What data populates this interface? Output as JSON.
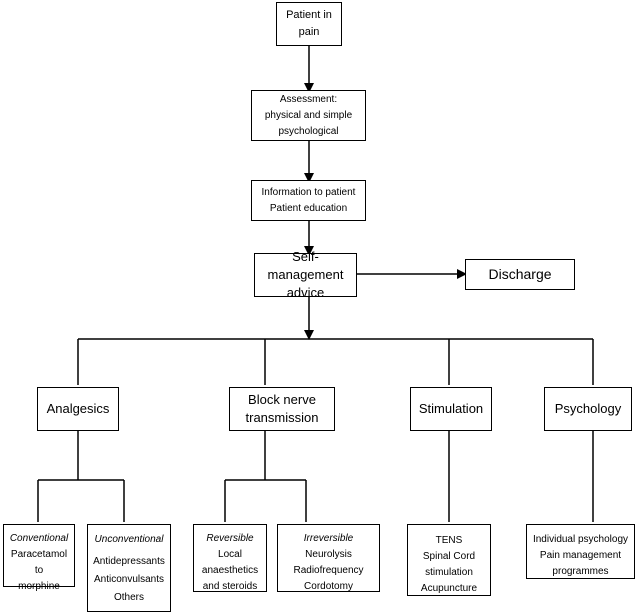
{
  "nodes": {
    "patient": [
      "Patient in",
      "pain"
    ],
    "assessment": [
      "Assessment:",
      "physical and simple",
      "psychological"
    ],
    "information": [
      "Information to patient",
      "Patient education"
    ],
    "self_management": [
      "Self-management",
      "advice"
    ],
    "discharge": "Discharge",
    "analgesics": "Analgesics",
    "block": [
      "Block nerve",
      "transmission"
    ],
    "stimulation": "Stimulation",
    "psychology": "Psychology",
    "conventional": {
      "title": "Conventional",
      "items": [
        "Paracetamol",
        "to",
        "morphine"
      ]
    },
    "unconventional": {
      "title": "Unconventional",
      "items": [
        "Antidepressants",
        "Anticonvulsants",
        "Others"
      ]
    },
    "reversible": {
      "title": "Reversible",
      "items": [
        "Local",
        "anaesthetics",
        "and steroids"
      ]
    },
    "irreversible": {
      "title": "Irreversible",
      "items": [
        "Neurolysis",
        "Radiofrequency",
        "Cordotomy"
      ]
    },
    "stimulation_methods": [
      "TENS",
      "Spinal Cord",
      "stimulation",
      "Acupuncture"
    ],
    "psychology_methods": [
      "Individual psychology",
      "Pain management",
      "programmes"
    ]
  }
}
